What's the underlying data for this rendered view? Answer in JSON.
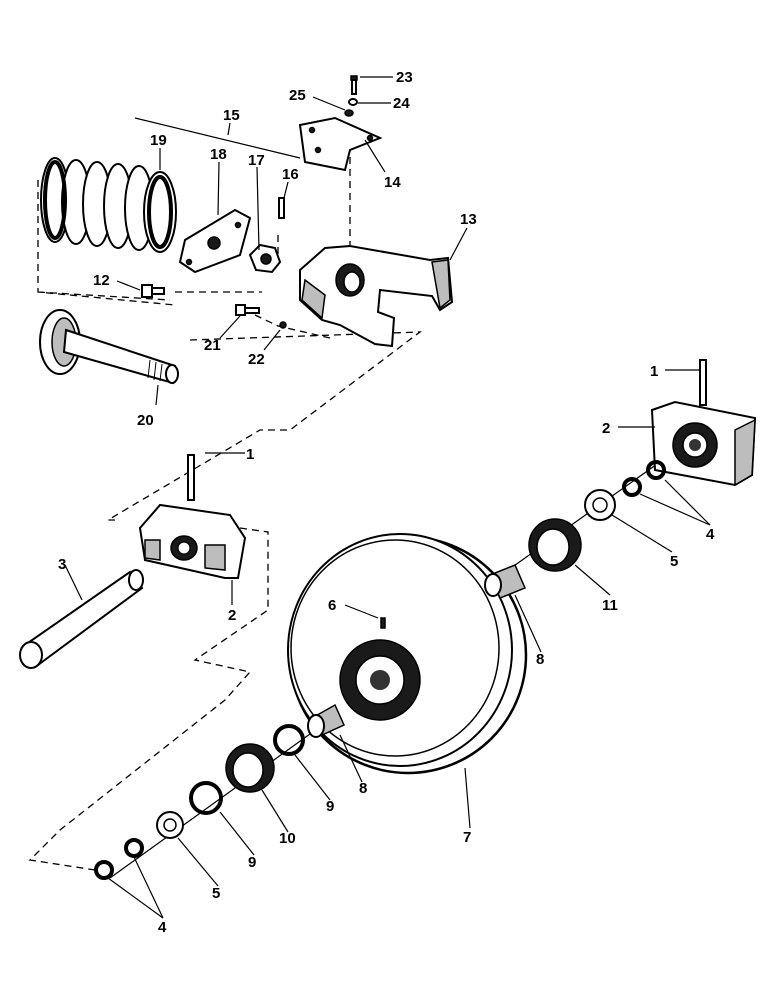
{
  "callouts": {
    "c1_top": "1",
    "c1_left": "1",
    "c2_right": "2",
    "c2_left": "2",
    "c3": "3",
    "c4_right": "4",
    "c4_left": "4",
    "c5_right": "5",
    "c5_left": "5",
    "c6": "6",
    "c7": "7",
    "c8_right": "8",
    "c8_left": "8",
    "c9_upper": "9",
    "c9_lower": "9",
    "c10": "10",
    "c11": "11",
    "c12": "12",
    "c13": "13",
    "c14": "14",
    "c15": "15",
    "c16": "16",
    "c17": "17",
    "c18": "18",
    "c19": "19",
    "c20": "20",
    "c21": "21",
    "c22": "22",
    "c23": "23",
    "c24": "24",
    "c25": "25"
  }
}
